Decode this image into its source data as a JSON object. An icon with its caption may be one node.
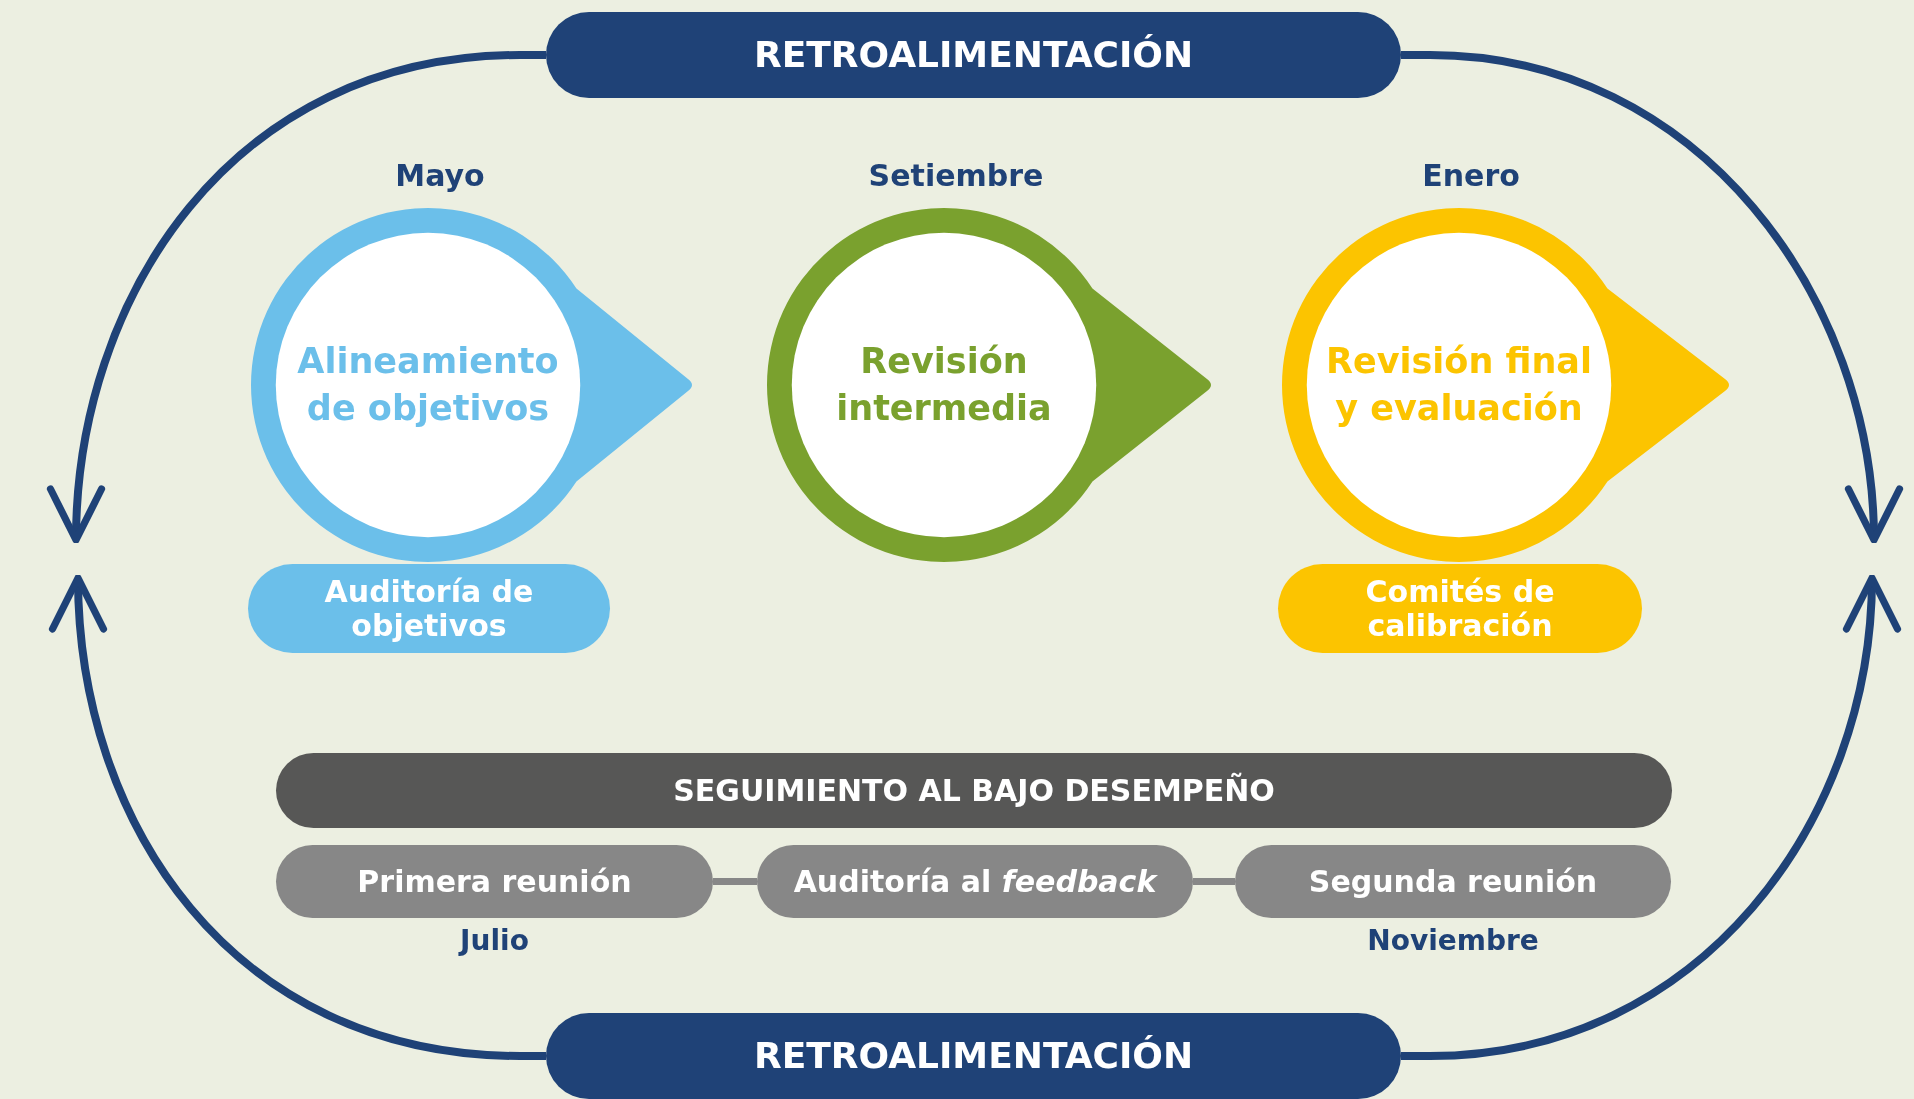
{
  "diagram": {
    "nodes": [
      {
        "text": [
          "RETROALIMENTACIÓN"
        ]
      },
      {
        "text": [
          "Alineamiento de objetivos"
        ],
        "beside": [
          "Mayo"
        ]
      },
      {
        "text": [
          "Revisión intermedia"
        ],
        "beside": [
          "Setiembre"
        ]
      },
      {
        "text": [
          "Revisión final y evaluación"
        ],
        "beside": [
          "Enero"
        ]
      },
      {
        "text": [
          "Auditoría de objetivos"
        ]
      },
      {
        "text": [
          "Comités de calibración"
        ]
      },
      {
        "text": [
          "SEGUIMIENTO AL BAJO DESEMPEÑO"
        ]
      },
      {
        "text": [
          "Primera reunión"
        ],
        "beside": [
          "Julio"
        ]
      },
      {
        "text": [
          "Auditoría al *feedback*"
        ]
      },
      {
        "text": [
          "Segunda reunión"
        ],
        "beside": [
          "Noviembre"
        ]
      },
      {
        "text": [
          "RETROALIMENTACIÓN"
        ]
      }
    ],
    "edges": [
      {
        "from": 0,
        "to": null,
        "arrow": "to"
      },
      {
        "from": 10,
        "to": null,
        "arrow": "to"
      },
      {
        "from": 0,
        "to": null,
        "arrow": "to"
      },
      {
        "from": 10,
        "to": null,
        "arrow": "to"
      },
      {
        "from": 7,
        "to": 8,
        "arrow": "none",
        "color": "#878787"
      },
      {
        "from": 8,
        "to": 9,
        "arrow": "none",
        "color": "#878787"
      }
    ]
  }
}
